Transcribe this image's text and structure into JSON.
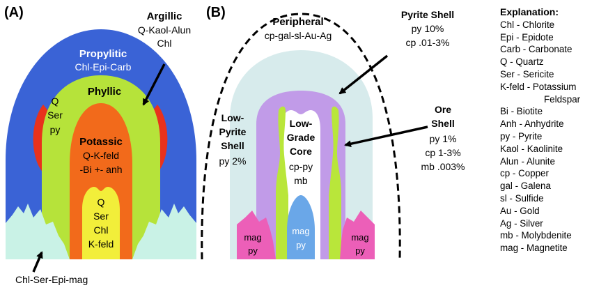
{
  "panelA": {
    "label": "(A)",
    "propylitic": {
      "title": "Propylitic",
      "minerals": "Chl-Epi-Carb"
    },
    "argillic": {
      "title": "Argillic",
      "line1": "Q-Kaol-Alun",
      "line2": "Chl"
    },
    "phyllic": {
      "title": "Phyllic",
      "line1": "Q",
      "line2": "Ser",
      "line3": "py"
    },
    "potassic": {
      "title": "Potassic",
      "line1": "Q-K-feld",
      "line2": "-Bi +- anh"
    },
    "inner": {
      "line1": "Q",
      "line2": "Ser",
      "line3": "Chl",
      "line4": "K-feld"
    },
    "bottom_label": "Chl-Ser-Epi-mag"
  },
  "panelB": {
    "label": "(B)",
    "peripheral": {
      "title": "Peripheral",
      "minerals": "cp-gal-sl-Au-Ag"
    },
    "pyrite_shell": {
      "title": "Pyrite Shell",
      "line1": "py 10%",
      "line2": "cp .01-3%"
    },
    "low_pyrite": {
      "line1": "Low-",
      "line2": "Pyrite",
      "line3": "Shell",
      "line4": "py 2%"
    },
    "low_grade": {
      "line1": "Low-",
      "line2": "Grade",
      "line3": "Core",
      "line4": "cp-py",
      "line5": "mb"
    },
    "ore_shell": {
      "line1": "Ore",
      "line2": "Shell",
      "line3": "py 1%",
      "line4": "cp 1-3%",
      "line5": "mb .003%"
    },
    "mag_left": {
      "line1": "mag",
      "line2": "py"
    },
    "mag_center": {
      "line1": "mag",
      "line2": "py"
    },
    "mag_right": {
      "line1": "mag",
      "line2": "py"
    }
  },
  "legend": {
    "title": "Explanation:",
    "items": [
      "Chl - Chlorite",
      "Epi - Epidote",
      "Carb - Carbonate",
      "Q - Quartz",
      "Ser - Sericite",
      "K-feld - Potassium",
      "Feldspar",
      "Bi - Biotite",
      "Anh - Anhydrite",
      "py - Pyrite",
      "Kaol - Kaolinite",
      "Alun - Alunite",
      "cp - Copper",
      "gal - Galena",
      "sl - Sulfide",
      "Au - Gold",
      "Ag - Silver",
      "mb - Molybdenite",
      "mag - Magnetite"
    ]
  },
  "colors": {
    "propylitic": "#3a63d6",
    "argillic": "#e8321c",
    "phyllic": "#b6e33a",
    "potassic": "#f26a1b",
    "inner_core": "#f2ee3a",
    "bottom_zone": "#c9f2e6",
    "peripheral": "#d7ebec",
    "pyrite_shell": "#c19be8",
    "ore_shell": "#b9e63a",
    "low_grade_core": "#ffffff",
    "mag_py": "#ec5fb8",
    "mag_center": "#6aa7e8"
  }
}
